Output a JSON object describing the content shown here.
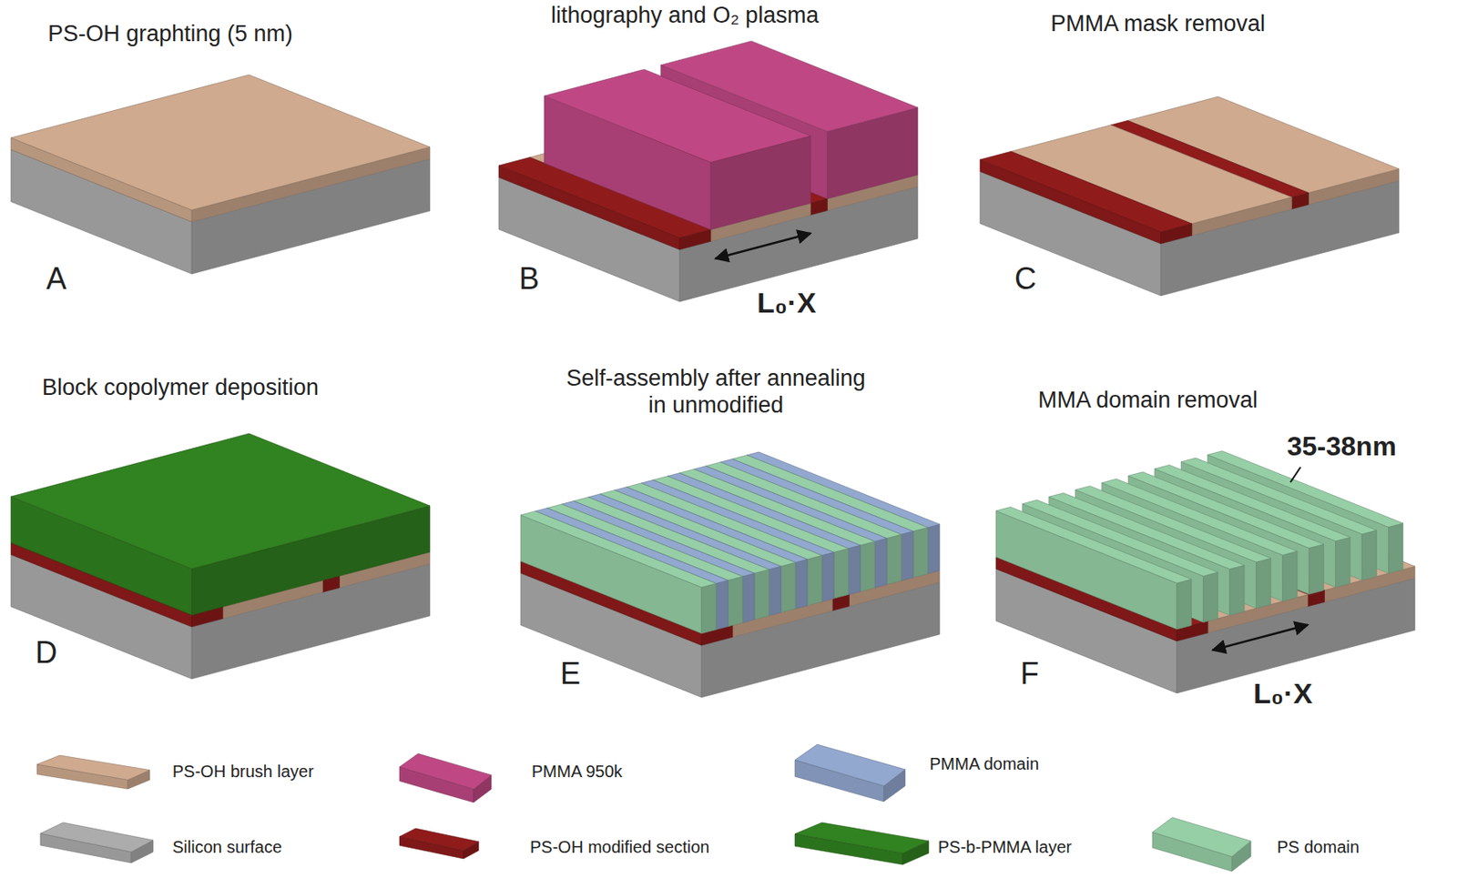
{
  "diagram": {
    "labels": [
      "PS-OH graphting (5 nm)",
      "lithography and O₂ plasma",
      "PMMA mask removal",
      "A",
      "B",
      "C",
      "L₀·X",
      "Block copolymer deposition",
      "Self-assembly after annealing in unmodified",
      "MMA domain removal",
      "35-38nm",
      "D",
      "E",
      "F",
      "L₀·X"
    ],
    "legend": [
      {
        "text": "PS-OH brush layer",
        "color": "#c8a48a"
      },
      {
        "text": "PMMA 950k",
        "color": "#b8457f"
      },
      {
        "text": "PMMA domain",
        "color": "#8da2c8"
      },
      {
        "text": "Silicon surface",
        "color": "#a6a6a6"
      },
      {
        "text": "PS-OH modified section",
        "color": "#8b1a1a"
      },
      {
        "text": "PS-b-PMMA layer",
        "color": "#2f7d1f"
      },
      {
        "text": "PS domain",
        "color": "#91c8a0"
      }
    ]
  }
}
